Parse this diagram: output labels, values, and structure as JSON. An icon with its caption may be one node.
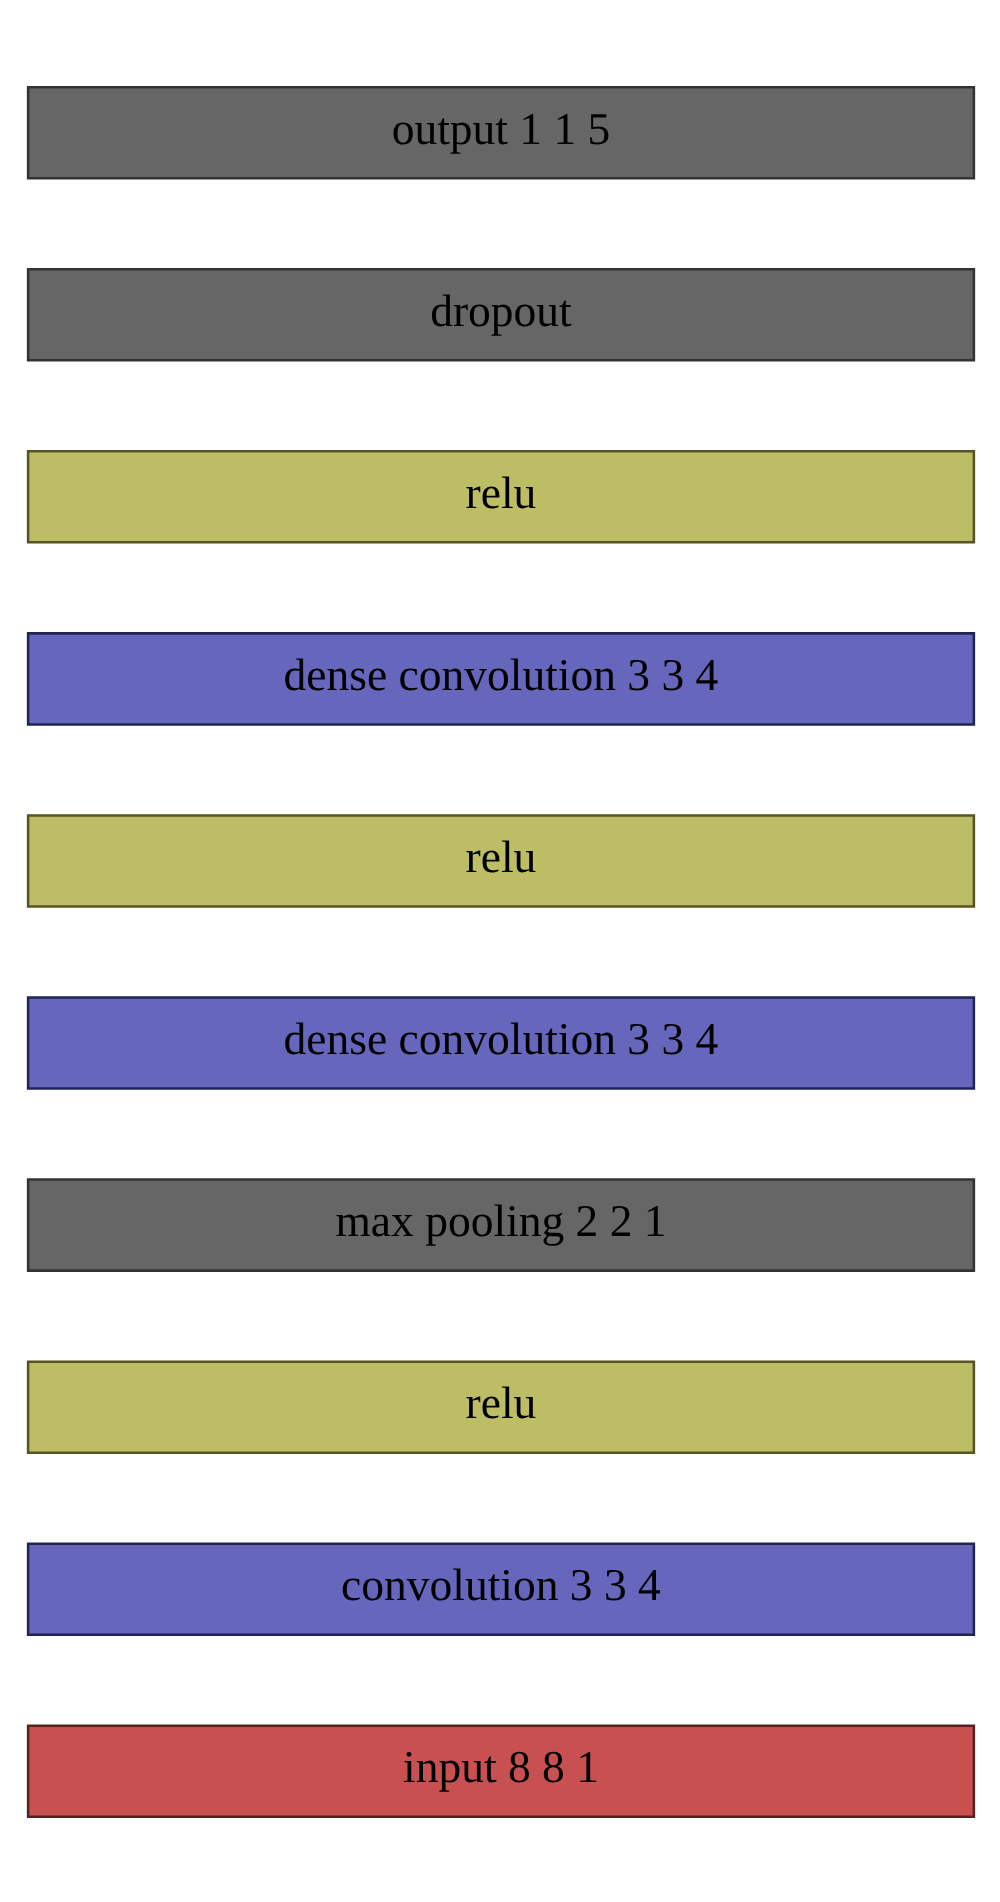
{
  "diagram": {
    "nodes": [
      {
        "text": [
          "output 1 1 5"
        ]
      },
      {
        "text": [
          "dropout"
        ]
      },
      {
        "text": [
          "relu"
        ]
      },
      {
        "text": [
          "dense convolution 3 3 4"
        ]
      },
      {
        "text": [
          "relu"
        ]
      },
      {
        "text": [
          "dense convolution 3 3 4"
        ]
      },
      {
        "text": [
          "max pooling 2 2 1"
        ]
      },
      {
        "text": [
          "relu"
        ]
      },
      {
        "text": [
          "convolution 3 3 4"
        ]
      },
      {
        "text": [
          "input 8 8 1"
        ]
      }
    ]
  }
}
